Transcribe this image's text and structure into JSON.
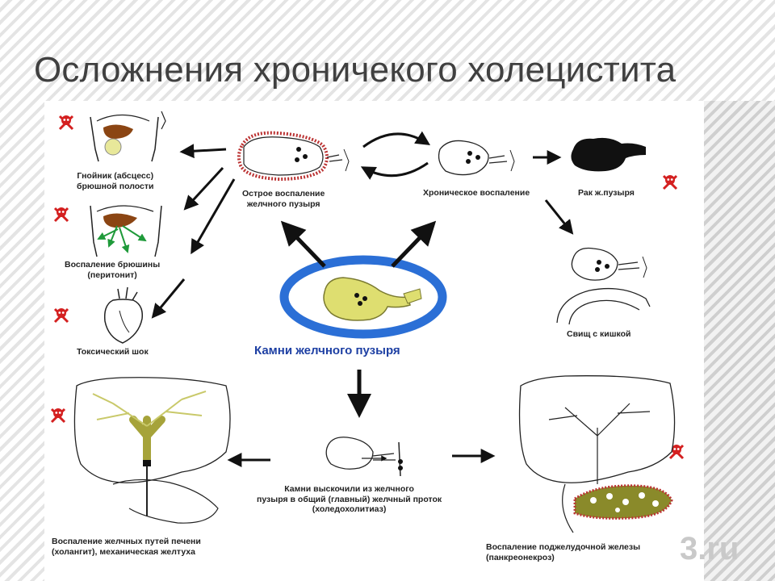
{
  "title": "Осложнения хроничекого холецистита",
  "center_label": "Камни желчного пузыря",
  "nodes": {
    "abscess": "Гнойник (абсцесс)\nбрюшной полости",
    "peritonitis": "Воспаление брюшины\n(перитонит)",
    "shock": "Токсический шок",
    "acute": "Острое воспаление\nжелчного пузыря",
    "chronic": "Хроническое воспаление",
    "cancer": "Рак ж.пузыря",
    "fistula": "Свищ с кишкой",
    "cholangitis": "Воспаление желчных путей печени\n(холангит), механическая желтуха",
    "stones_duct": "Камни выскочили из желчного\nпузыря в общий (главный) желчный проток\n(холедохолитиаз)",
    "pancreatitis": "Воспаление поджелудочной железы\n(панкреонекроз)"
  },
  "watermark": "3.ru",
  "colors": {
    "title": "#404040",
    "center_label": "#1d3fa3",
    "ellipse_blue": "#2b6fd6",
    "gallbladder": "#dede70",
    "skull": "#d42020",
    "liver_brown": "#8b4513",
    "green_arrow": "#1f9a3a",
    "olive": "#a6a33a"
  },
  "icons": [
    "skull-crossbones-icon"
  ]
}
